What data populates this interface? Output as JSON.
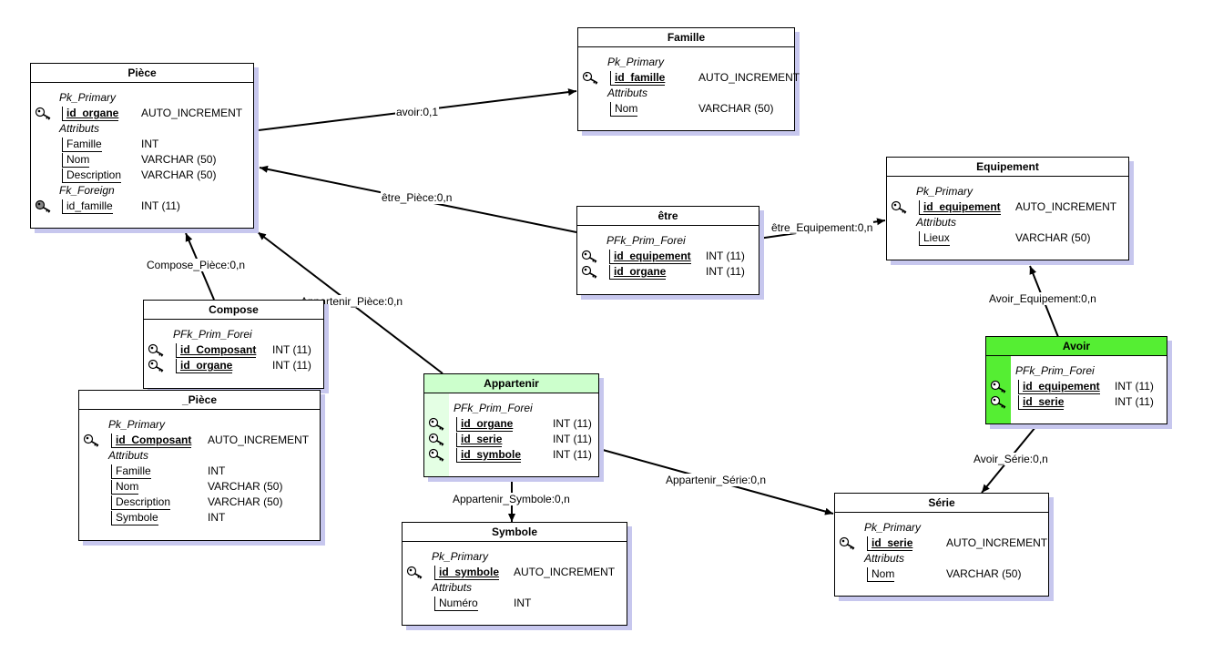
{
  "entities": {
    "famille": {
      "title": "Famille",
      "sections": [
        {
          "label": "Pk_Primary",
          "rows": [
            {
              "name": "id_famille",
              "type": "AUTO_INCREMENT",
              "pk": true,
              "key": "primary"
            }
          ]
        },
        {
          "label": "Attributs",
          "rows": [
            {
              "name": "Nom",
              "type": "VARCHAR (50)"
            }
          ]
        }
      ]
    },
    "piece": {
      "title": "Pièce",
      "sections": [
        {
          "label": "Pk_Primary",
          "rows": [
            {
              "name": "id_organe",
              "type": "AUTO_INCREMENT",
              "pk": true,
              "key": "primary"
            }
          ]
        },
        {
          "label": "Attributs",
          "rows": [
            {
              "name": "Famille",
              "type": "INT"
            },
            {
              "name": "Nom",
              "type": "VARCHAR (50)"
            },
            {
              "name": "Description",
              "type": "VARCHAR (50)"
            }
          ]
        },
        {
          "label": "Fk_Foreign",
          "rows": [
            {
              "name": "id_famille",
              "type": "INT (11)",
              "key": "foreign"
            }
          ]
        }
      ]
    },
    "equipement": {
      "title": "Equipement",
      "sections": [
        {
          "label": "Pk_Primary",
          "rows": [
            {
              "name": "id_equipement",
              "type": "AUTO_INCREMENT",
              "pk": true,
              "key": "primary"
            }
          ]
        },
        {
          "label": "Attributs",
          "rows": [
            {
              "name": "Lieux",
              "type": "VARCHAR (50)"
            }
          ]
        }
      ]
    },
    "etre": {
      "title": "être",
      "sections": [
        {
          "label": "PFk_Prim_Forei",
          "rows": [
            {
              "name": "id_equipement",
              "type": "INT (11)",
              "pk": true,
              "key": "primary"
            },
            {
              "name": "id_organe",
              "type": "INT (11)",
              "pk": true,
              "key": "primary"
            }
          ]
        }
      ]
    },
    "compose": {
      "title": "Compose",
      "sections": [
        {
          "label": "PFk_Prim_Forei",
          "rows": [
            {
              "name": "id_Composant",
              "type": "INT (11)",
              "pk": true,
              "key": "primary"
            },
            {
              "name": "id_organe",
              "type": "INT (11)",
              "pk": true,
              "key": "primary"
            }
          ]
        }
      ]
    },
    "piece2": {
      "title": "_Pièce",
      "sections": [
        {
          "label": "Pk_Primary",
          "rows": [
            {
              "name": "id_Composant",
              "type": "AUTO_INCREMENT",
              "pk": true,
              "key": "primary"
            }
          ]
        },
        {
          "label": "Attributs",
          "rows": [
            {
              "name": "Famille",
              "type": "INT"
            },
            {
              "name": "Nom",
              "type": "VARCHAR (50)"
            },
            {
              "name": "Description",
              "type": "VARCHAR (50)"
            },
            {
              "name": "Symbole",
              "type": "INT"
            }
          ]
        }
      ]
    },
    "appartenir": {
      "title": "Appartenir",
      "sections": [
        {
          "label": "PFk_Prim_Forei",
          "rows": [
            {
              "name": "id_organe",
              "type": "INT (11)",
              "pk": true,
              "key": "primary"
            },
            {
              "name": "id_serie",
              "type": "INT (11)",
              "pk": true,
              "key": "primary"
            },
            {
              "name": "id_symbole",
              "type": "INT (11)",
              "pk": true,
              "key": "primary"
            }
          ]
        }
      ]
    },
    "avoir": {
      "title": "Avoir",
      "sections": [
        {
          "label": "PFk_Prim_Forei",
          "rows": [
            {
              "name": "id_equipement",
              "type": "INT (11)",
              "pk": true,
              "key": "primary"
            },
            {
              "name": "id_serie",
              "type": "INT (11)",
              "pk": true,
              "key": "primary"
            }
          ]
        }
      ]
    },
    "symbole": {
      "title": "Symbole",
      "sections": [
        {
          "label": "Pk_Primary",
          "rows": [
            {
              "name": "id_symbole",
              "type": "AUTO_INCREMENT",
              "pk": true,
              "key": "primary"
            }
          ]
        },
        {
          "label": "Attributs",
          "rows": [
            {
              "name": "Numéro",
              "type": "INT"
            }
          ]
        }
      ]
    },
    "serie": {
      "title": "Série",
      "sections": [
        {
          "label": "Pk_Primary",
          "rows": [
            {
              "name": "id_serie",
              "type": "AUTO_INCREMENT",
              "pk": true,
              "key": "primary"
            }
          ]
        },
        {
          "label": "Attributs",
          "rows": [
            {
              "name": "Nom",
              "type": "VARCHAR (50)"
            }
          ]
        }
      ]
    }
  },
  "relations": {
    "avoir": "avoir:0,1",
    "etre_piece": "être_Pièce:0,n",
    "etre_equipement": "être_Equipement:0,n",
    "compose_piece": "Compose_Pièce:0,n",
    "appartenir_piece": "Appartenir_Pièce:0,n",
    "avoir_equipement": "Avoir_Equipement:0,n",
    "avoir_serie": "Avoir_Série:0,n",
    "appartenir_serie": "Appartenir_Série:0,n",
    "appartenir_symbole": "Appartenir_Symbole:0,n"
  },
  "colors": {
    "shadow": "#c7c7ee",
    "light_header": "#ccffcc",
    "dark_header": "#55ee33",
    "primary_key_icon": "#ffffff",
    "foreign_key_icon": "#888888"
  }
}
